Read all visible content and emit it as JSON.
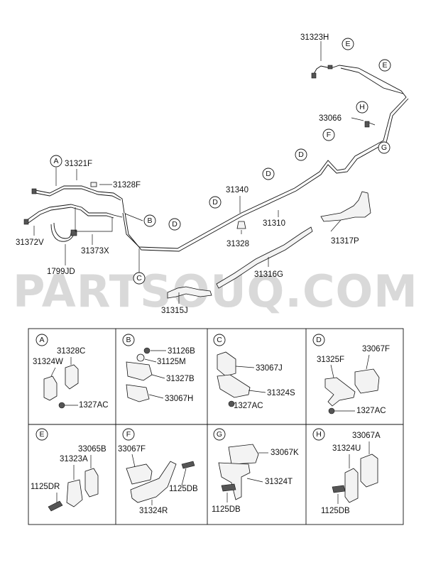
{
  "watermark": "PARTSOUQ.COM",
  "main": {
    "part_numbers": {
      "p31323H": "31323H",
      "p31321F": "31321F",
      "p31328F": "31328F",
      "p31372V": "31372V",
      "p31373X": "31373X",
      "p1799JD": "1799JD",
      "p31340": "31340",
      "p31310": "31310",
      "p31328": "31328",
      "p31316G": "31316G",
      "p31315J": "31315J",
      "p31317P": "31317P",
      "p33066": "33066"
    },
    "callouts": {
      "A": "A",
      "B": "B",
      "C": "C",
      "D": "D",
      "E": "E",
      "F": "F",
      "G": "G",
      "H": "H"
    }
  },
  "details": {
    "A": {
      "letter": "A",
      "labels": [
        "31328C",
        "31324W",
        "1327AC"
      ]
    },
    "B": {
      "letter": "B",
      "labels": [
        "31126B",
        "31125M",
        "31327B",
        "33067H"
      ]
    },
    "C": {
      "letter": "C",
      "labels": [
        "33067J",
        "31324S",
        "1327AC"
      ]
    },
    "D": {
      "letter": "D",
      "labels": [
        "33067F",
        "31325F",
        "1327AC"
      ]
    },
    "E": {
      "letter": "E",
      "labels": [
        "33065B",
        "31323A",
        "1125DR"
      ]
    },
    "F": {
      "letter": "F",
      "labels": [
        "33067F",
        "1125DB",
        "31324R"
      ]
    },
    "G": {
      "letter": "G",
      "labels": [
        "33067K",
        "31324T",
        "1125DB"
      ]
    },
    "H": {
      "letter": "H",
      "labels": [
        "33067A",
        "31324U",
        "1125DB"
      ]
    }
  }
}
